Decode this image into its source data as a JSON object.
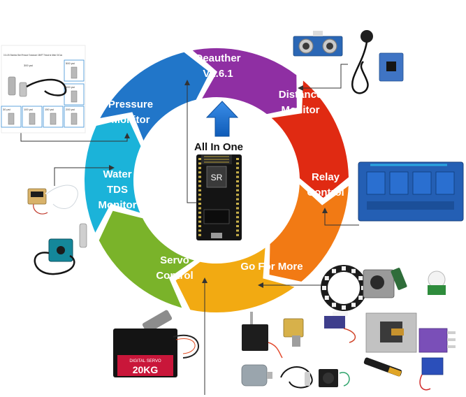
{
  "center": {
    "title": "All In One",
    "board_text": "SR"
  },
  "segments": [
    {
      "id": "deauther",
      "lines": [
        "Deauther",
        "V2.6.1"
      ],
      "color": "#2176c9"
    },
    {
      "id": "distance",
      "lines": [
        "Distance",
        "Monitor"
      ],
      "color": "#8f2fa3"
    },
    {
      "id": "relay",
      "lines": [
        "Relay",
        "Control"
      ],
      "color": "#e02a12"
    },
    {
      "id": "gofor",
      "lines": [
        "Go For More"
      ],
      "color": "#f27a14"
    },
    {
      "id": "servo",
      "lines": [
        "Servo",
        "Control"
      ],
      "color": "#f2aa12"
    },
    {
      "id": "water",
      "lines": [
        "Water",
        "TDS",
        "Monitor"
      ],
      "color": "#7ab32a"
    },
    {
      "id": "pressure",
      "lines": [
        "Pressure",
        "Monitor"
      ],
      "color": "#1bb3d9"
    }
  ],
  "pressure_sheet": {
    "heading": "0.5-4.5V Stainless Steel Pressure Transducer 1/8NPT Thread for Water Oil Gas",
    "labels": [
      "500 psi",
      "100 psi",
      "30 psi",
      "100 psi",
      "150 psi",
      "200 psi",
      "300 psi"
    ]
  },
  "servo_module": {
    "brand": "DIGITAL SERVO",
    "model": "20KG"
  },
  "colors": {
    "arrow": "#1c6fd1",
    "connector": "#333333"
  }
}
